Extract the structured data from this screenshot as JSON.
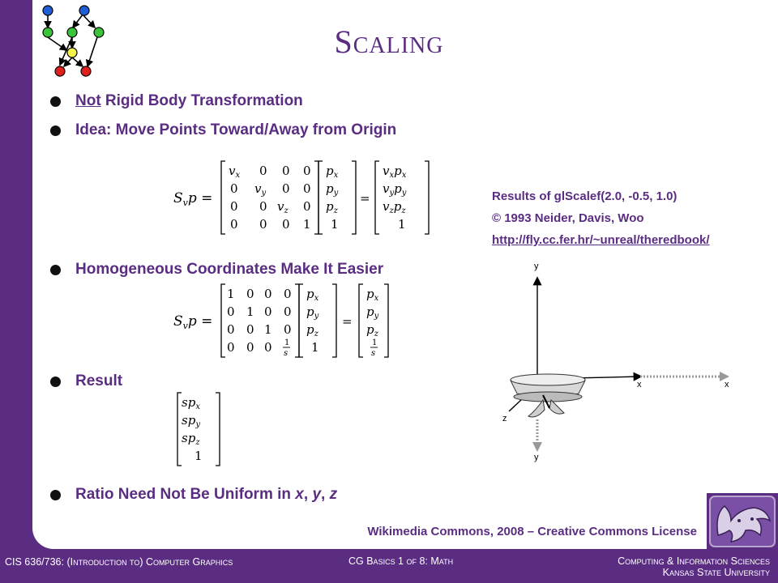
{
  "title": "Scaling",
  "bullets": {
    "b1_underlined": "Not",
    "b1_rest": " Rigid Body Transformation",
    "b2": "Idea: Move Points Toward/Away from Origin",
    "b3": "Homogeneous Coordinates Make It Easier",
    "b4": "Result",
    "b5_pre": "Ratio Need Not Be Uniform in ",
    "b5_x": "x",
    "b5_c1": ", ",
    "b5_y": "y",
    "b5_c2": ", ",
    "b5_z": "z"
  },
  "reference": {
    "line1": "Results of glScalef(2.0, -0.5, 1.0)",
    "line2": "© 1993 Neider, Davis, Woo",
    "link": "http://fly.cc.fer.hr/~unreal/theredbook/"
  },
  "figure": {
    "y_top": "y",
    "x_right": "x",
    "x_right2": "x",
    "z_label": "z",
    "y_bottom": "y"
  },
  "credit": "Wikimedia Commons, 2008 – Creative Commons License",
  "footer": {
    "left": "CIS 636/736: (Introduction to) Computer Graphics",
    "middle": "CG Basics 1 of 8: Math",
    "right_line1": "Computing & Information Sciences",
    "right_line2": "Kansas State University"
  },
  "colors": {
    "purple": "#5a2d82",
    "node_blue": "#1f5fd6",
    "node_green": "#3bc43b",
    "node_yellow": "#f2f24a",
    "node_red": "#e01f1f"
  }
}
